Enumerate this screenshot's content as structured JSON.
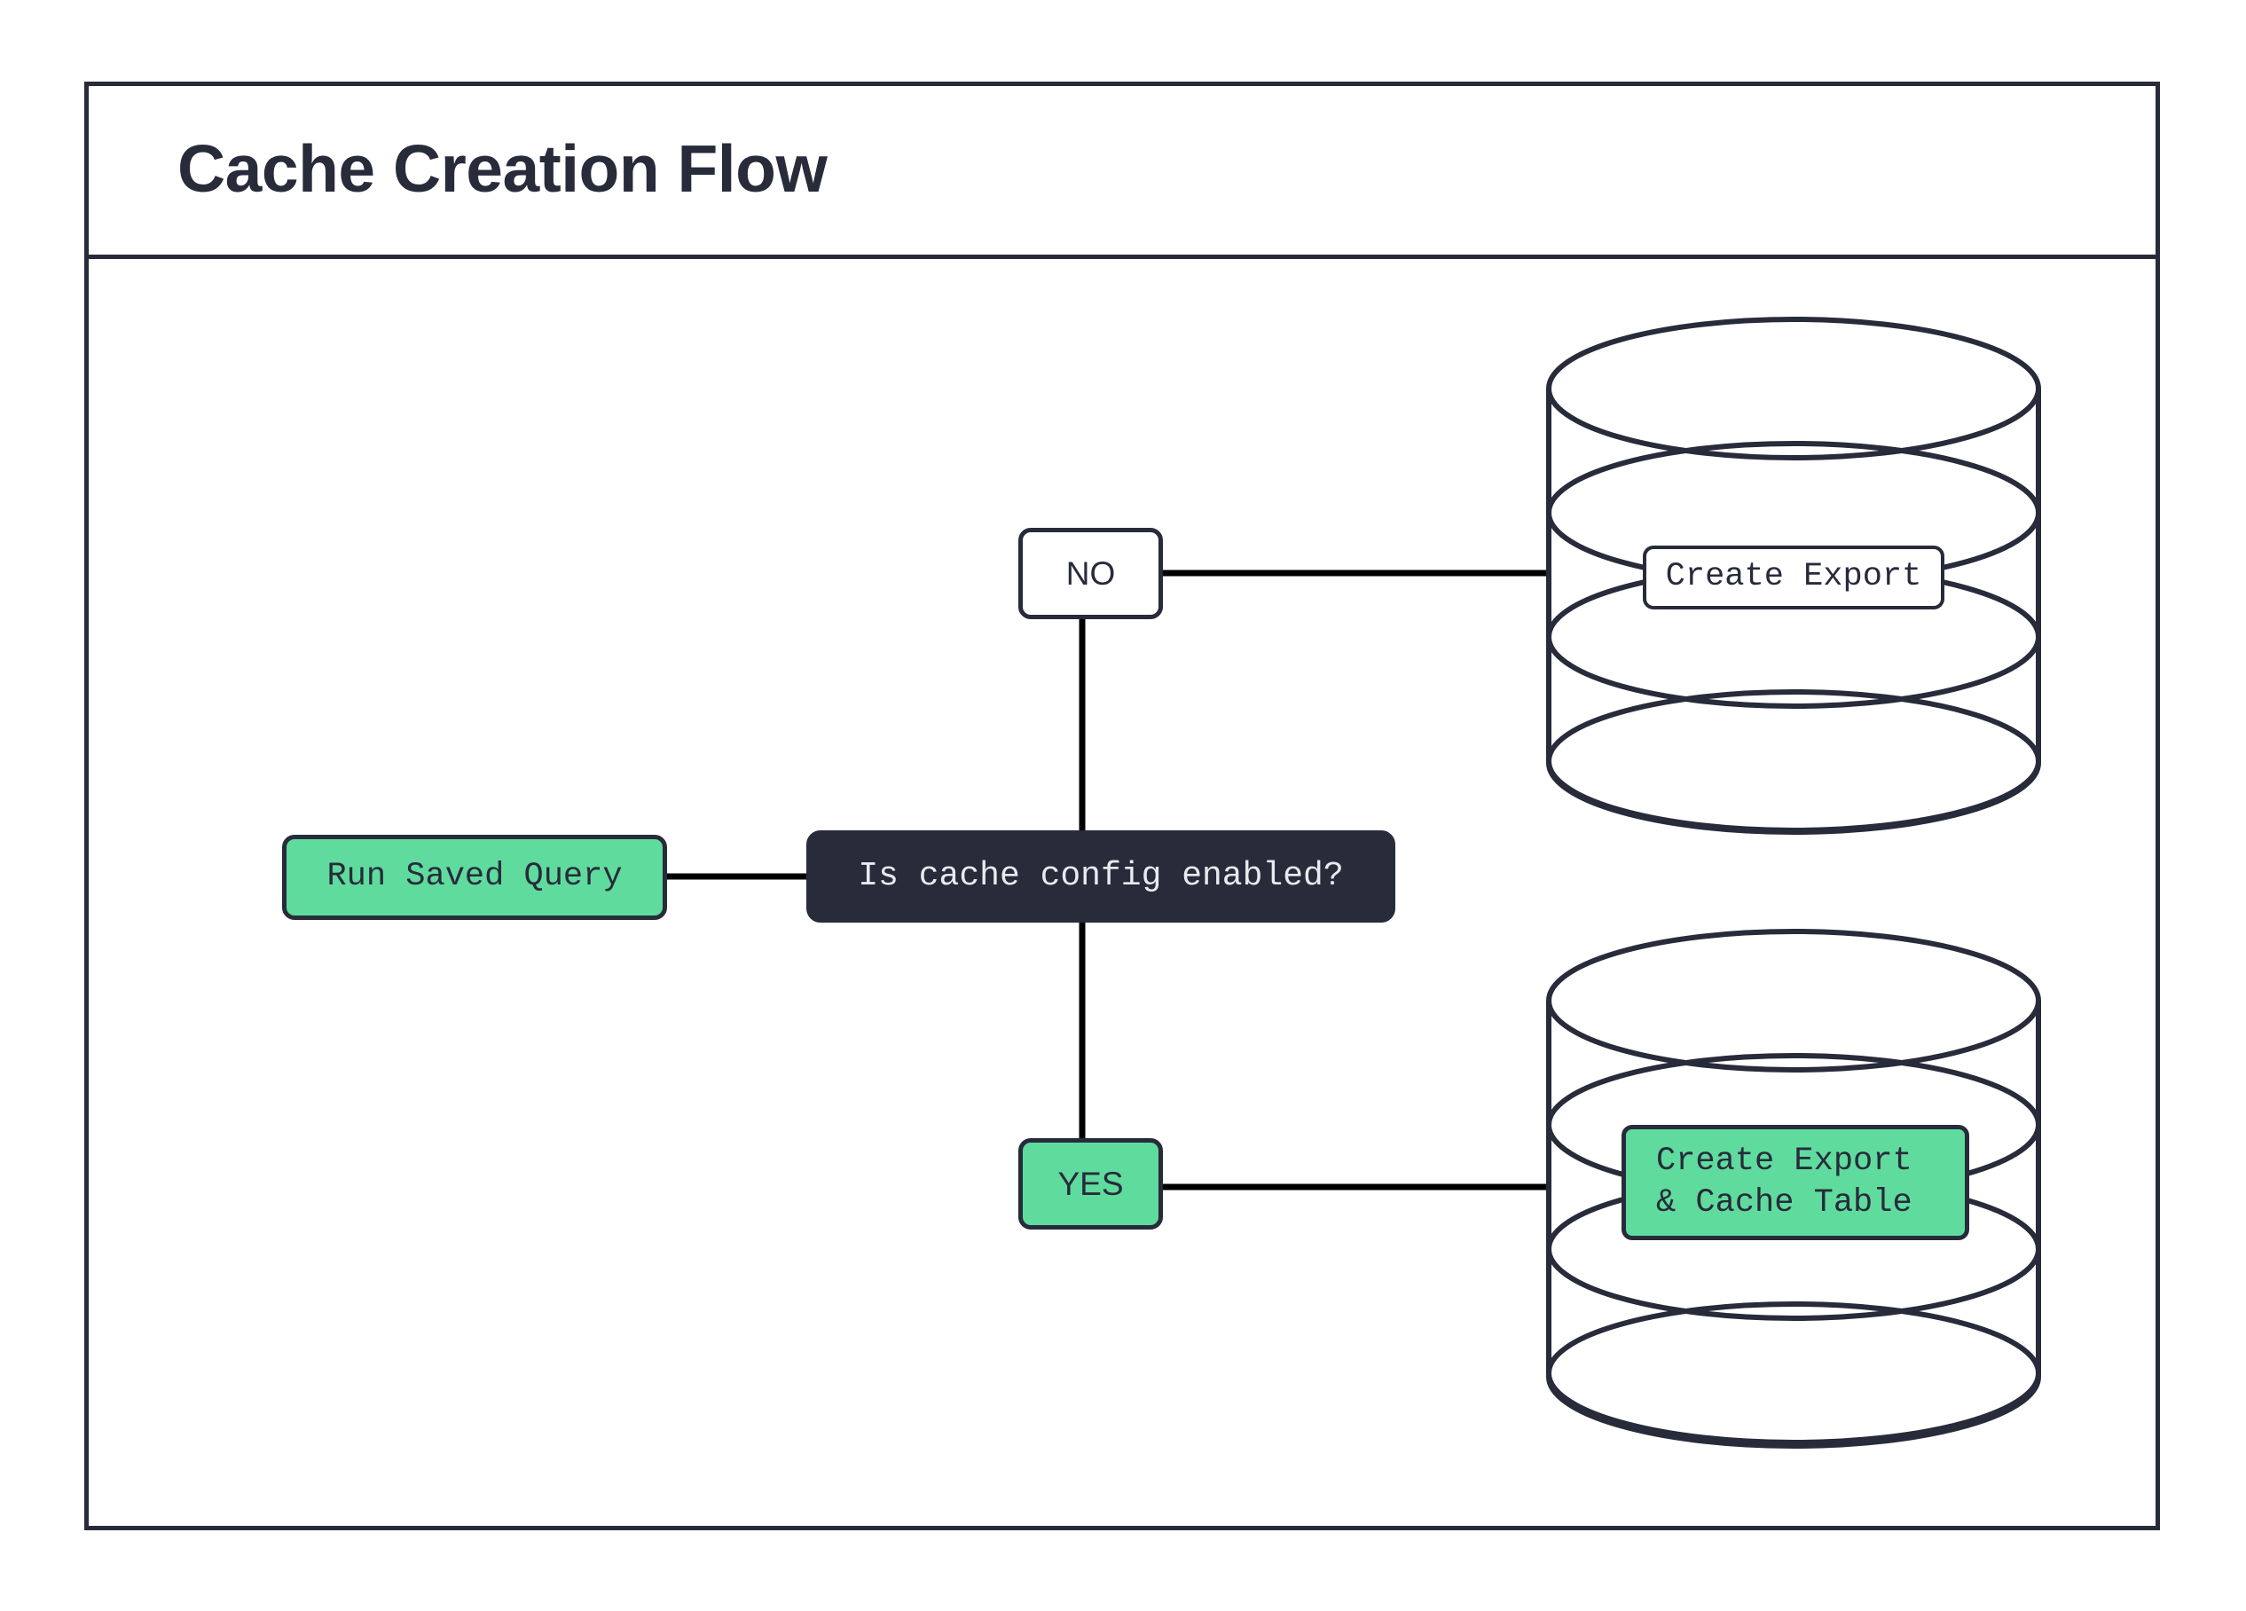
{
  "page": {
    "title": "Cache Creation Flow",
    "background": "#ffffff",
    "frame_color": "#272b3a"
  },
  "colors": {
    "ink": "#272b3a",
    "green": "#5FDB9E",
    "white": "#ffffff",
    "dark_text": "#e9eaee"
  },
  "diagram": {
    "type": "flowchart",
    "nodes": [
      {
        "id": "run-saved-query",
        "label": "Run Saved Query",
        "shape": "rounded-rect",
        "fill": "green",
        "font": "mono"
      },
      {
        "id": "decision",
        "label": "Is cache config enabled?",
        "shape": "rounded-rect",
        "fill": "dark",
        "font": "mono"
      },
      {
        "id": "no",
        "label": "NO",
        "shape": "rounded-rect",
        "fill": "white",
        "font": "sans"
      },
      {
        "id": "yes",
        "label": "YES",
        "shape": "rounded-rect",
        "fill": "green",
        "font": "sans"
      },
      {
        "id": "database-top",
        "label": "Create Export",
        "shape": "cylinder",
        "fill": "white",
        "font": "mono"
      },
      {
        "id": "database-bottom",
        "label": "Create Export\n& Cache Table",
        "shape": "cylinder",
        "fill": "green",
        "font": "mono"
      }
    ],
    "edges": [
      {
        "from": "run-saved-query",
        "to": "decision",
        "label": ""
      },
      {
        "from": "decision",
        "to": "no",
        "label": ""
      },
      {
        "from": "no",
        "to": "database-top",
        "label": ""
      },
      {
        "from": "decision",
        "to": "yes",
        "label": ""
      },
      {
        "from": "yes",
        "to": "database-bottom",
        "label": ""
      }
    ]
  },
  "labels": {
    "run_saved_query": "Run Saved Query",
    "decision": "Is cache config enabled?",
    "no": "NO",
    "yes": "YES",
    "create_export": "Create Export",
    "create_export_cache": "Create Export\n& Cache Table"
  }
}
